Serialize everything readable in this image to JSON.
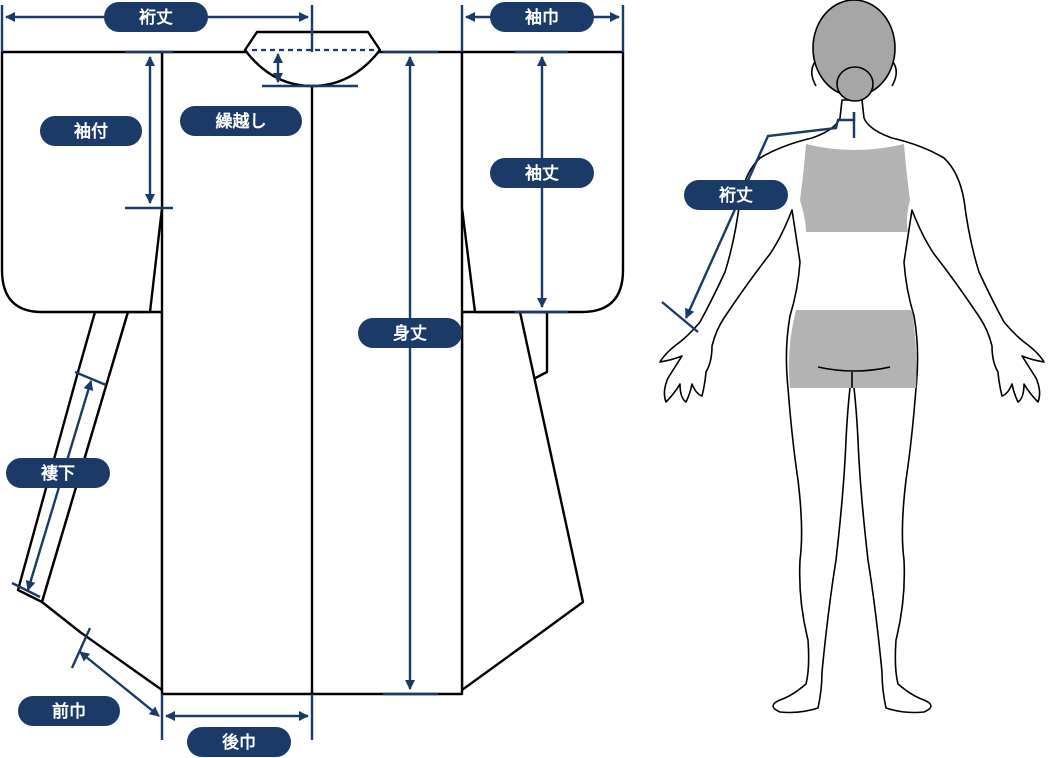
{
  "labels": {
    "yuki_top": "裄丈",
    "sodehaba": "袖巾",
    "sodetsuke": "袖付",
    "emonnuki": "繰越し",
    "sodetake": "袖丈",
    "mitake": "身丈",
    "okumishita": "褄下",
    "maehaba": "前巾",
    "ushirohaba": "後巾",
    "yuki_body": "裄丈"
  },
  "colors": {
    "accent": "#1b3a68",
    "outline": "#000000",
    "highlight_gray": "#b3b3b3",
    "head_gray": "#a6a6a6"
  }
}
